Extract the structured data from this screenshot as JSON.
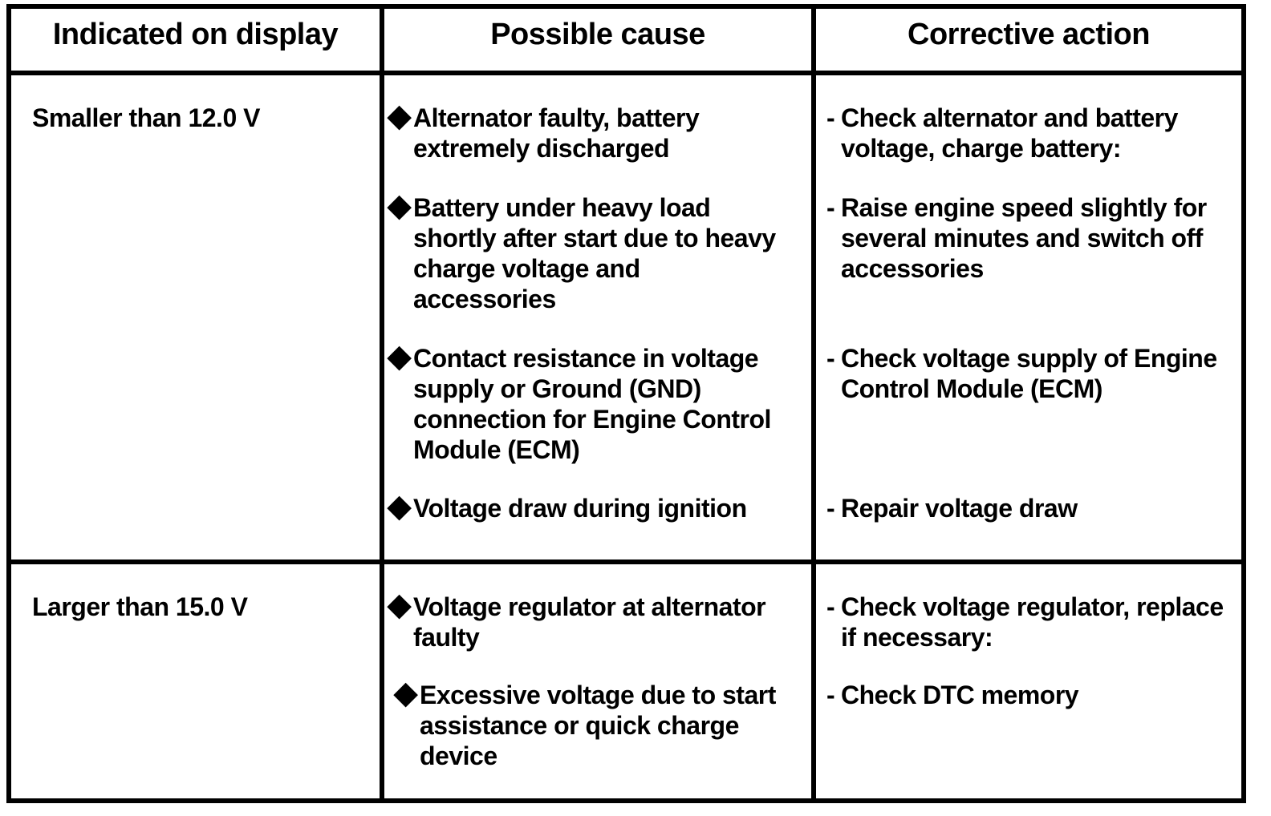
{
  "table": {
    "headers": [
      "Indicated on display",
      "Possible cause",
      "Corrective action"
    ],
    "bullets": {
      "cause_marker": "◆",
      "action_marker": "-"
    },
    "rows": [
      {
        "indicated": "Smaller than 12.0 V",
        "causes": [
          {
            "lines": [
              "Alternator faulty, battery",
              "extremely discharged"
            ]
          },
          {
            "lines": [
              "Battery under heavy load",
              "shortly after start due to heavy",
              "charge voltage and",
              "accessories"
            ]
          },
          {
            "lines": [
              "Contact resistance in voltage",
              "supply or Ground (GND)",
              "connection for Engine Control",
              "Module (ECM)"
            ]
          },
          {
            "lines": [
              "Voltage draw during ignition"
            ]
          }
        ],
        "actions": [
          {
            "lines": [
              "Check alternator and battery",
              "voltage, charge battery:"
            ]
          },
          {
            "lines": [
              "Raise engine speed slightly for",
              "several minutes and switch off",
              "accessories"
            ]
          },
          {
            "lines": [
              "Check voltage supply of Engine",
              "Control Module (ECM)"
            ]
          },
          {
            "lines": [
              "Repair voltage draw"
            ]
          }
        ]
      },
      {
        "indicated": "Larger than 15.0 V",
        "causes": [
          {
            "lines": [
              "Voltage regulator at alternator",
              "faulty"
            ]
          },
          {
            "lines": [
              "Excessive voltage due to start",
              "assistance or quick charge",
              "device"
            ]
          }
        ],
        "actions": [
          {
            "lines": [
              "Check voltage regulator, replace",
              "if necessary:"
            ]
          },
          {
            "lines": [
              "Check DTC memory"
            ]
          }
        ]
      }
    ]
  }
}
